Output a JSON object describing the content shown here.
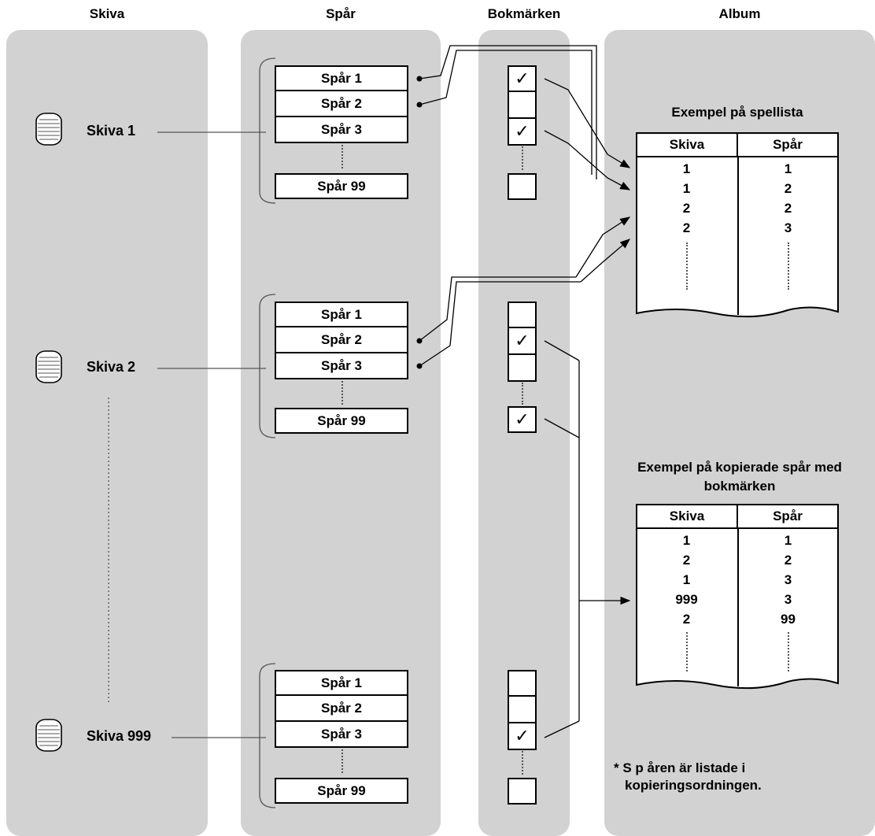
{
  "headers": {
    "disc": "Skiva",
    "tracks": "Spår",
    "bookmarks": "Bokmärken",
    "album": "Album"
  },
  "discs": [
    {
      "label": "Skiva 1",
      "tracks": [
        "Spår 1",
        "Spår 2",
        "Spår 3",
        "Spår 99"
      ],
      "bookmarks": [
        true,
        false,
        true,
        false
      ]
    },
    {
      "label": "Skiva 2",
      "tracks": [
        "Spår 1",
        "Spår 2",
        "Spår 3",
        "Spår 99"
      ],
      "bookmarks": [
        false,
        true,
        false,
        true
      ]
    },
    {
      "label": "Skiva 999",
      "tracks": [
        "Spår 1",
        "Spår 2",
        "Spår 3",
        "Spår 99"
      ],
      "bookmarks": [
        false,
        false,
        true,
        false
      ]
    }
  ],
  "check_mark": "✓",
  "playlist": {
    "caption": "Exempel på spellista",
    "col_disc": "Skiva",
    "col_track": "Spår",
    "rows": [
      [
        "1",
        "1"
      ],
      [
        "1",
        "2"
      ],
      [
        "2",
        "2"
      ],
      [
        "2",
        "3"
      ]
    ]
  },
  "copied": {
    "caption_line1": "Exempel på kopierade spår med",
    "caption_line2": "bokmärken",
    "col_disc": "Skiva",
    "col_track": "Spår",
    "rows": [
      [
        "1",
        "1"
      ],
      [
        "2",
        "2"
      ],
      [
        "1",
        "3"
      ],
      [
        "999",
        "3"
      ],
      [
        "2",
        "99"
      ]
    ]
  },
  "note": {
    "line1": "* S p åren är listade i",
    "line2": "kopieringsordningen."
  },
  "icons": {
    "disc": "disc-stack-icon"
  }
}
